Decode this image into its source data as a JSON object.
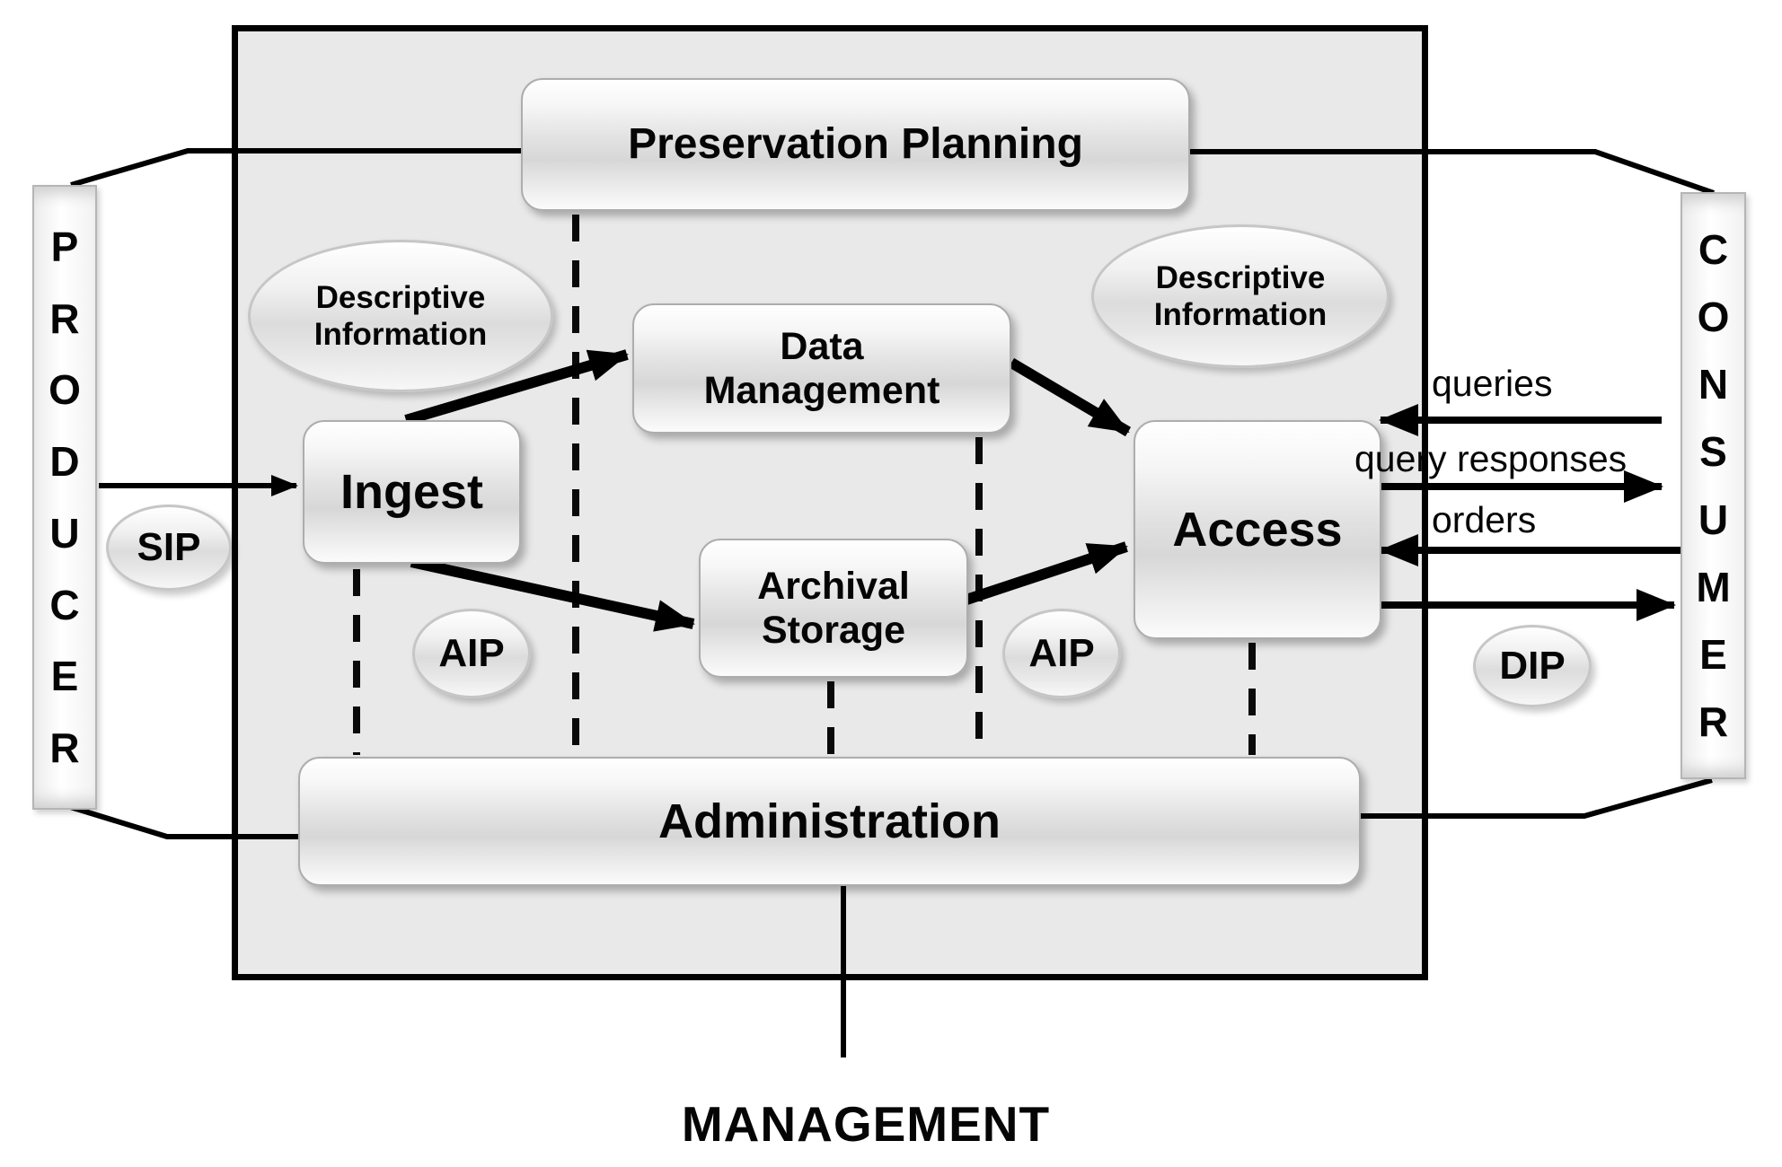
{
  "producer": {
    "label": "PRODUCER",
    "letters": [
      "P",
      "R",
      "O",
      "D",
      "U",
      "C",
      "E",
      "R"
    ]
  },
  "consumer": {
    "label": "CONSUMER",
    "letters": [
      "C",
      "O",
      "N",
      "S",
      "U",
      "M",
      "E",
      "R"
    ]
  },
  "boxes": {
    "preservation_planning": {
      "label": "Preservation Planning"
    },
    "data_management": {
      "line1": "Data",
      "line2": "Management"
    },
    "ingest": {
      "label": "Ingest"
    },
    "archival_storage": {
      "line1": "Archival",
      "line2": "Storage"
    },
    "access": {
      "label": "Access"
    },
    "administration": {
      "label": "Administration"
    }
  },
  "ellipses": {
    "descriptive_information_left": {
      "line1": "Descriptive",
      "line2": "Information"
    },
    "descriptive_information_right": {
      "line1": "Descriptive",
      "line2": "Information"
    },
    "sip": {
      "label": "SIP"
    },
    "aip_left": {
      "label": "AIP"
    },
    "aip_right": {
      "label": "AIP"
    },
    "dip": {
      "label": "DIP"
    }
  },
  "flow_labels": {
    "queries": "queries",
    "query_responses": "query responses",
    "orders": "orders"
  },
  "footer": {
    "management": "MANAGEMENT"
  },
  "colors": {
    "background": "#ffffff",
    "boundary_fill": "#e9e9e9",
    "boundary_border": "#000000",
    "ink": "#000000"
  }
}
